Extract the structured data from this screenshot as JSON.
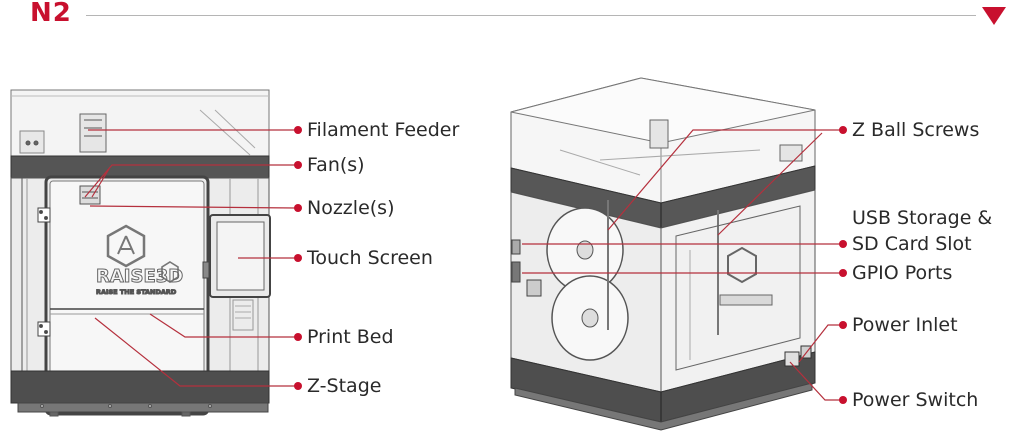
{
  "header": {
    "title": "N2",
    "accent_color": "#c8102e"
  },
  "front_printer": {
    "logo_text": "RAISE3D",
    "tagline": "RAISE THE STANDARD"
  },
  "callouts_left": [
    {
      "id": "filament-feeder",
      "label": "Filament Feeder"
    },
    {
      "id": "fans",
      "label": "Fan(s)"
    },
    {
      "id": "nozzles",
      "label": "Nozzle(s)"
    },
    {
      "id": "touch-screen",
      "label": "Touch Screen"
    },
    {
      "id": "print-bed",
      "label": "Print Bed"
    },
    {
      "id": "z-stage",
      "label": "Z-Stage"
    }
  ],
  "callouts_right": [
    {
      "id": "z-ball-screws",
      "label": "Z Ball Screws"
    },
    {
      "id": "usb-storage",
      "label": "USB Storage &"
    },
    {
      "id": "sd-card-slot",
      "label": "SD Card Slot"
    },
    {
      "id": "gpio-ports",
      "label": "GPIO Ports"
    },
    {
      "id": "power-inlet",
      "label": "Power Inlet"
    },
    {
      "id": "power-switch",
      "label": "Power Switch"
    }
  ]
}
